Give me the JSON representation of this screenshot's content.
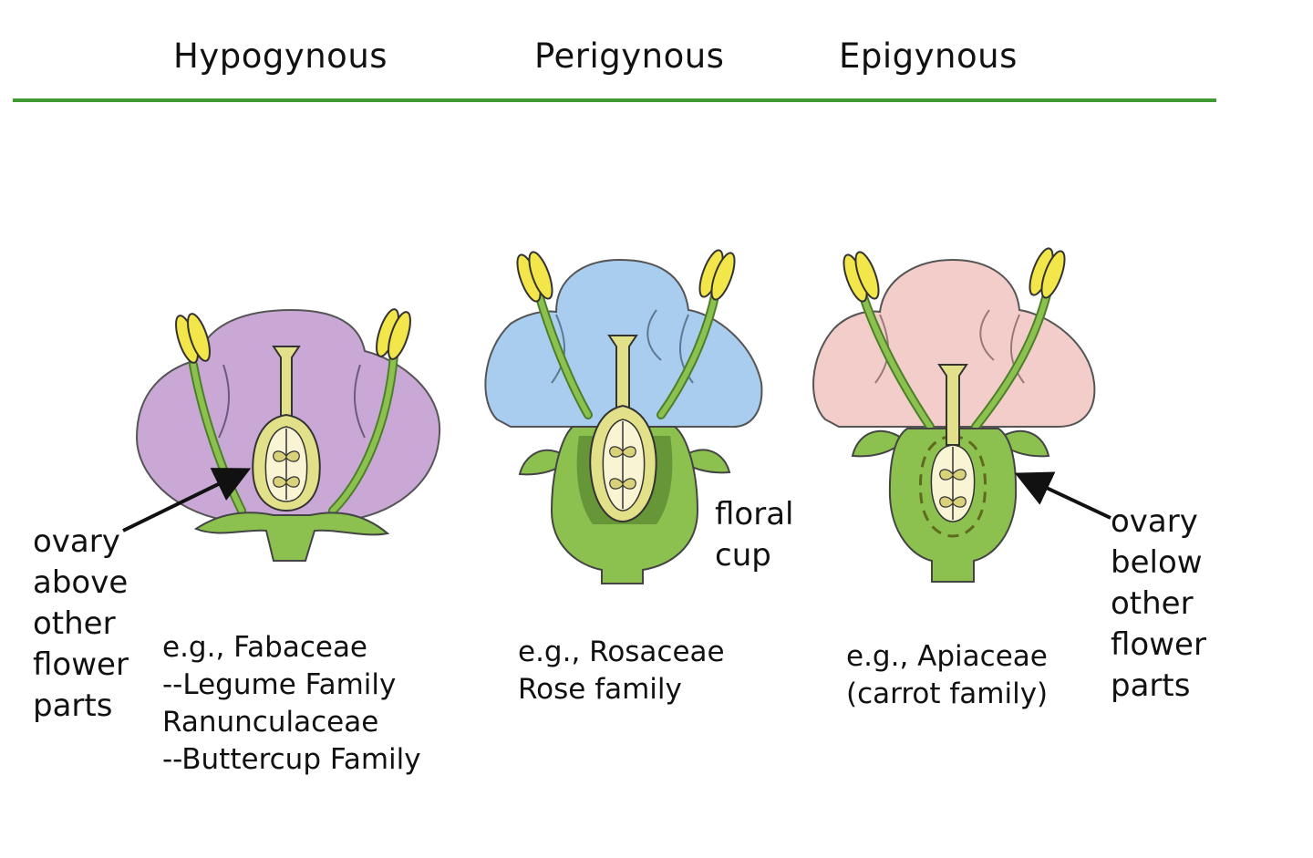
{
  "headers": {
    "hypogynous": "Hypogynous",
    "perigynous": "Perigynous",
    "epigynous": "Epigynous"
  },
  "labels": {
    "ovary_above": "ovary\nabove\nother\nflower\nparts",
    "floral_cup": "floral\n cup",
    "ovary_below": "ovary\nbelow\nother\nflower\nparts"
  },
  "examples": {
    "hypogynous": "e.g., Fabaceae\n--Legume Family\nRanunculaceae\n--Buttercup Family",
    "perigynous": "e.g., Rosaceae\nRose family",
    "epigynous": "e.g., Apiaceae\n(carrot family)"
  },
  "colors": {
    "divider": "#3f9a33",
    "petal_purple": "#c9a8d6",
    "petal_blue": "#a9cdee",
    "petal_pink": "#f3cdc9",
    "receptacle_green": "#8cc14f",
    "pistil_yellow": "#e3e08a",
    "ovule_cream": "#f8f4d4",
    "anther_yellow": "#f2e64a"
  }
}
